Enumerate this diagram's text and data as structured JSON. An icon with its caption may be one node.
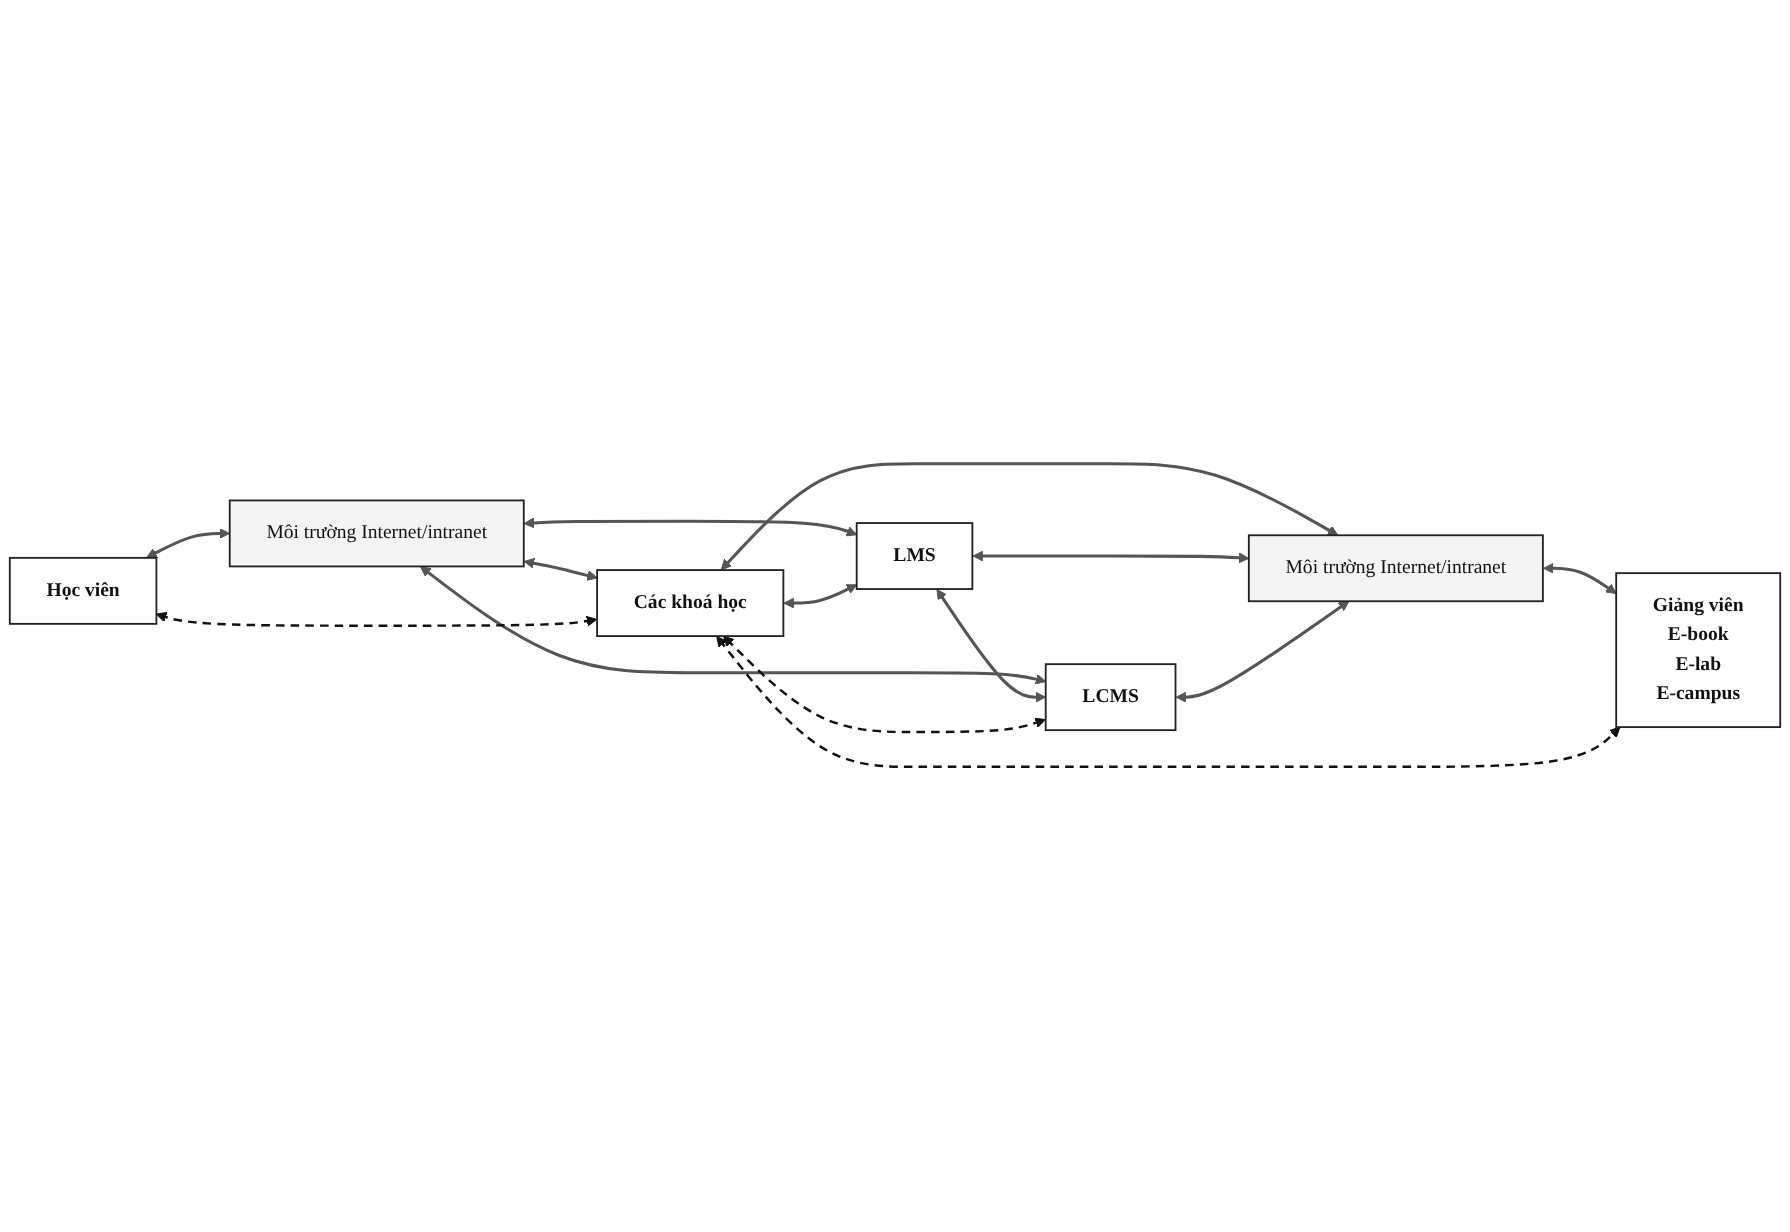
{
  "diagram": {
    "nodes": [
      {
        "text": [
          "Học viên"
        ]
      },
      {
        "text": [
          "Môi trường Internet/intranet"
        ]
      },
      {
        "text": [
          "Các khoá học"
        ]
      },
      {
        "text": [
          "LMS"
        ]
      },
      {
        "text": [
          "LCMS"
        ]
      },
      {
        "text": [
          "Môi trường Internet/intranet"
        ]
      },
      {
        "text": [
          "Giảng viên",
          "E-book",
          "E-lab",
          "E-campus"
        ]
      }
    ],
    "edges": [
      {
        "from": 0,
        "to": 1,
        "arrow": "both"
      },
      {
        "from": 1,
        "to": 2,
        "arrow": "both"
      },
      {
        "from": 1,
        "to": 3,
        "arrow": "both"
      },
      {
        "from": 1,
        "to": 4,
        "arrow": "both"
      },
      {
        "from": 2,
        "to": 3,
        "arrow": "both"
      },
      {
        "from": 3,
        "to": 4,
        "arrow": "both"
      },
      {
        "from": 2,
        "to": 5,
        "arrow": "both"
      },
      {
        "from": 3,
        "to": 5,
        "arrow": "both"
      },
      {
        "from": 4,
        "to": 5,
        "arrow": "both"
      },
      {
        "from": 5,
        "to": 6,
        "arrow": "both"
      },
      {
        "from": 2,
        "to": 0,
        "arrow": "both",
        "style": "dashed"
      },
      {
        "from": 2,
        "to": 6,
        "arrow": "both",
        "style": "dashed"
      },
      {
        "from": 4,
        "to": 2,
        "arrow": "both",
        "style": "dashed"
      }
    ]
  }
}
